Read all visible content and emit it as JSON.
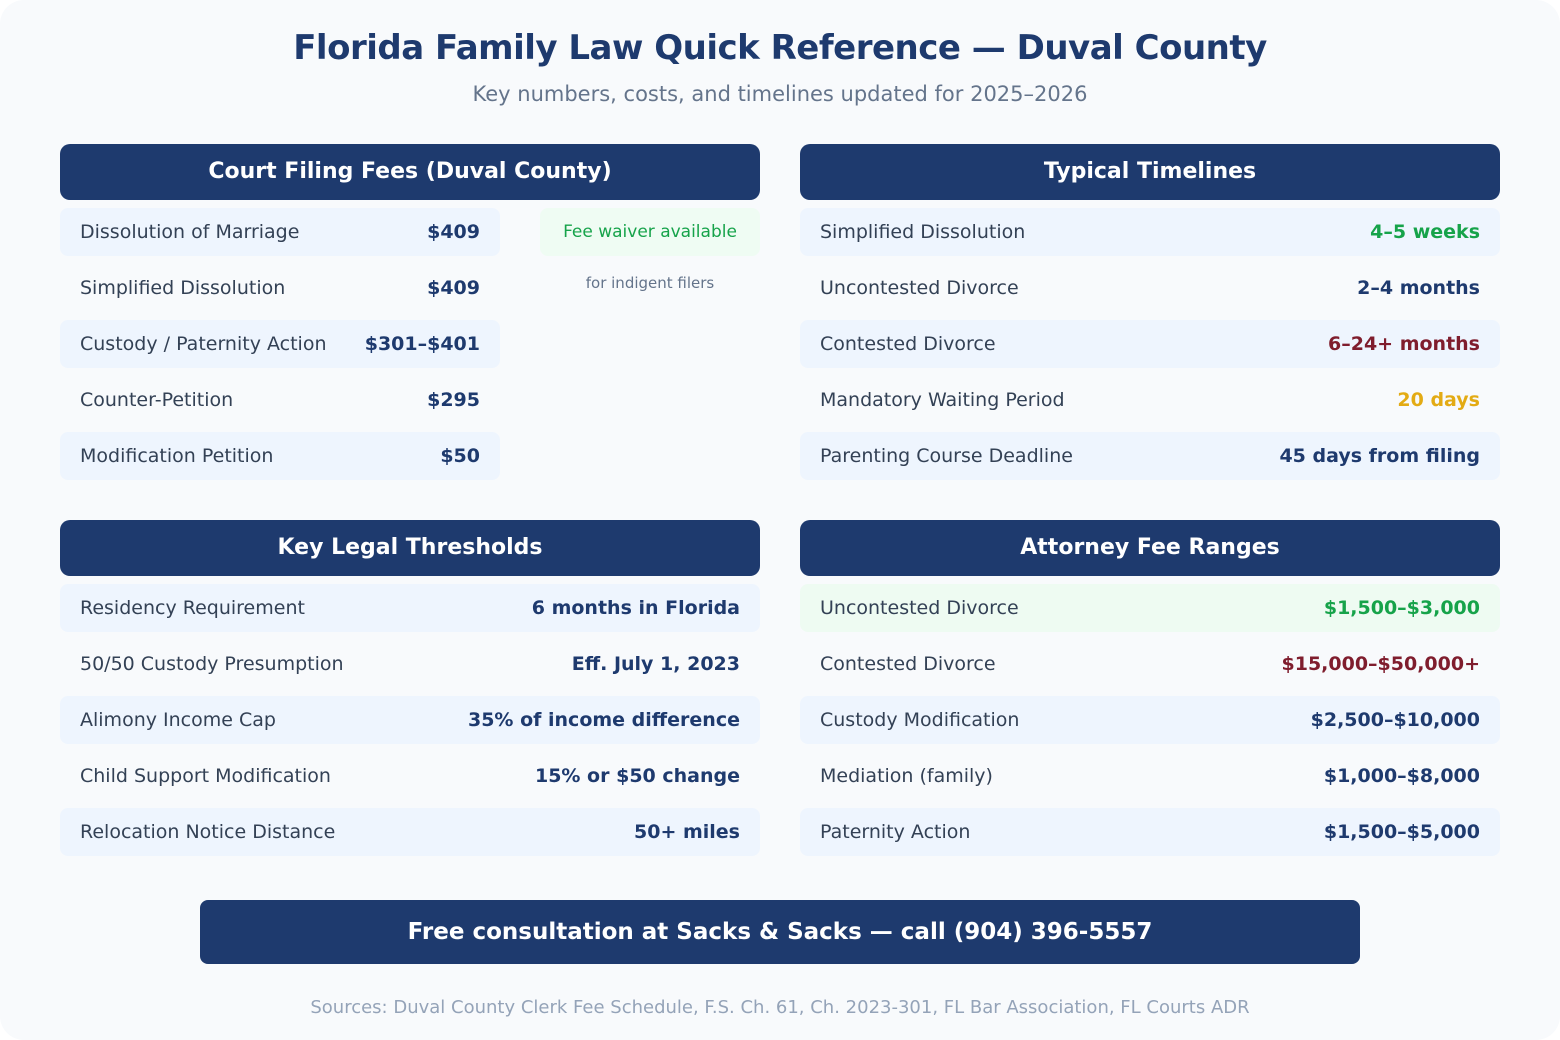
{
  "header": {
    "title": "Florida Family Law Quick Reference — Duval County",
    "subtitle": "Key numbers, costs, and timelines updated for 2025–2026"
  },
  "filing_fees": {
    "title": "Court Filing Fees (Duval County)",
    "rows": [
      {
        "label": "Dissolution of Marriage",
        "value": "$409"
      },
      {
        "label": "Simplified Dissolution",
        "value": "$409"
      },
      {
        "label": "Custody / Paternity Action",
        "value": "$301–$401"
      },
      {
        "label": "Counter-Petition",
        "value": "$295"
      },
      {
        "label": "Modification Petition",
        "value": "$50"
      }
    ],
    "waiver_label": "Fee waiver available",
    "waiver_note": "for indigent filers"
  },
  "timelines": {
    "title": "Typical Timelines",
    "rows": [
      {
        "label": "Simplified Dissolution",
        "value": "4–5 weeks",
        "color": "#16a34a"
      },
      {
        "label": "Uncontested Divorce",
        "value": "2–4 months",
        "color": "#1e3a6e"
      },
      {
        "label": "Contested Divorce",
        "value": "6–24+ months",
        "color": "#7f1d2d"
      },
      {
        "label": "Mandatory Waiting Period",
        "value": "20 days",
        "color": "#e3ab14"
      },
      {
        "label": "Parenting Course Deadline",
        "value": "45 days from filing",
        "color": "#1e3a6e"
      }
    ]
  },
  "thresholds": {
    "title": "Key Legal Thresholds",
    "rows": [
      {
        "label": "Residency Requirement",
        "value": "6 months in Florida"
      },
      {
        "label": "50/50 Custody Presumption",
        "value": "Eff. July 1, 2023"
      },
      {
        "label": "Alimony Income Cap",
        "value": "35% of income difference"
      },
      {
        "label": "Child Support Modification",
        "value": "15% or $50 change"
      },
      {
        "label": "Relocation Notice Distance",
        "value": "50+ miles"
      }
    ]
  },
  "attorney_fees": {
    "title": "Attorney Fee Ranges",
    "rows": [
      {
        "label": "Uncontested Divorce",
        "value": "$1,500–$3,000",
        "color": "#16a34a"
      },
      {
        "label": "Contested Divorce",
        "value": "$15,000–$50,000+",
        "color": "#7f1d2d"
      },
      {
        "label": "Custody Modification",
        "value": "$2,500–$10,000",
        "color": "#1e3a6e"
      },
      {
        "label": "Mediation (family)",
        "value": "$1,000–$8,000",
        "color": "#1e3a6e"
      },
      {
        "label": "Paternity Action",
        "value": "$1,500–$5,000",
        "color": "#1e3a6e"
      }
    ]
  },
  "cta": {
    "label": "Free consultation at Sacks & Sacks — call (904) 396-5557"
  },
  "footer": {
    "sources": "Sources: Duval County Clerk Fee Schedule, F.S. Ch. 61, Ch. 2023-301, FL Bar Association, FL Courts ADR"
  },
  "colors": {
    "primary": "#1e3a6e",
    "green": "#16a34a",
    "red": "#7f1d2d",
    "amber": "#e3ab14",
    "row_shade": "#eef5fe",
    "page_bg": "#f8fafc"
  }
}
